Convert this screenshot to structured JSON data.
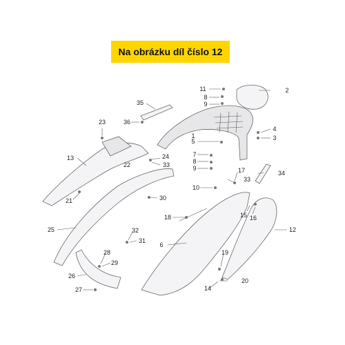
{
  "banner": {
    "text": "Na obrázku díl číslo 12"
  },
  "labels": {
    "l1": "1",
    "l2": "2",
    "l3": "3",
    "l4": "4",
    "l5": "5",
    "l6": "6",
    "l7": "7",
    "l8a": "8",
    "l8b": "8",
    "l9a": "9",
    "l9b": "9",
    "l10": "10",
    "l11": "11",
    "l12": "12",
    "l13": "13",
    "l14": "14",
    "l15": "15",
    "l16": "16",
    "l17": "17",
    "l18": "18",
    "l19": "19",
    "l20": "20",
    "l21": "21",
    "l22": "22",
    "l23": "23",
    "l24": "24",
    "l25": "25",
    "l26": "26",
    "l27": "27",
    "l28": "28",
    "l29": "29",
    "l30": "30",
    "l31": "31",
    "l32": "32",
    "l33a": "33",
    "l33b": "33",
    "l34": "34",
    "l35": "35",
    "l36": "36"
  },
  "colors": {
    "banner": "#ffd500",
    "part_fill": "#f4f4f6",
    "outline": "#666666"
  }
}
